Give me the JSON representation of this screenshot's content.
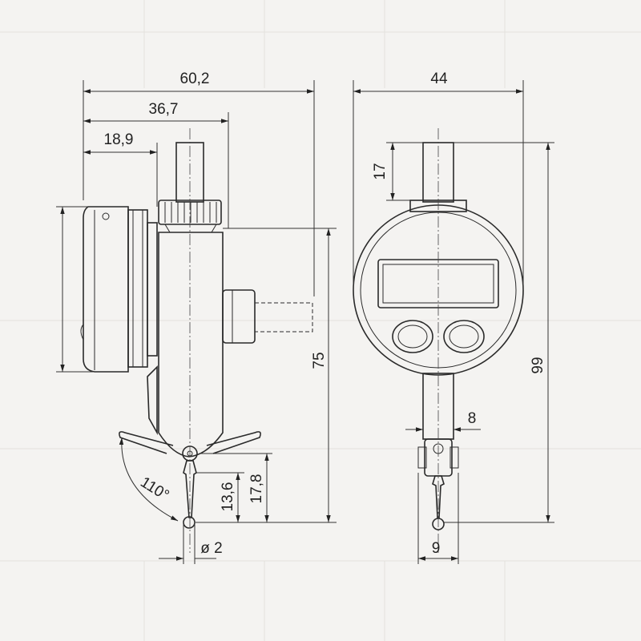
{
  "dimensions": {
    "total_width": "60,2",
    "body_width": "36,7",
    "dial_depth": "18,9",
    "front_width": "44",
    "stem_length": "17",
    "side_height": "75",
    "total_height": "99",
    "stem_diameter": "8",
    "tip_height_1": "13,6",
    "tip_height_2": "17,8",
    "swivel_angle": "110°",
    "ball_diameter": "ø 2",
    "bottom_width": "9"
  },
  "colors": {
    "paper": "#f4f3f1",
    "ink": "#2a2a2a"
  }
}
